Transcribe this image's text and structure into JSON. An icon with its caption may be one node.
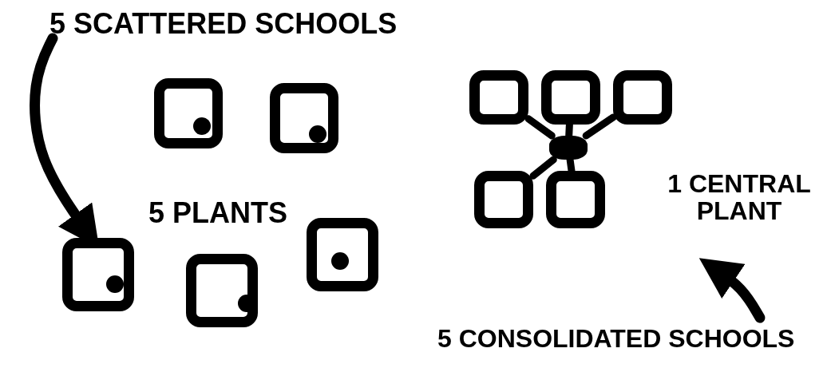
{
  "diagram": {
    "nodes": [
      {
        "text": [
          "5 SCATTERED SCHOOLS"
        ]
      },
      {
        "text": [],
        "shape": "box"
      },
      {
        "text": [],
        "shape": "box"
      },
      {
        "text": [],
        "shape": "box"
      },
      {
        "text": [],
        "shape": "box"
      },
      {
        "text": [],
        "shape": "box"
      },
      {
        "text": [],
        "shape": "box"
      },
      {
        "text": [],
        "shape": "box"
      },
      {
        "text": [],
        "shape": "box"
      },
      {
        "text": [],
        "shape": "box"
      },
      {
        "text": [],
        "shape": "box"
      },
      {
        "text": [],
        "shape": "circle"
      },
      {
        "text": [
          "5 CONSOLIDATED SCHOOLS"
        ]
      }
    ],
    "edges": [
      {
        "from": 0,
        "to": 3,
        "arrow": "to"
      },
      {
        "from": 11,
        "to": 6,
        "arrow": "none"
      },
      {
        "from": 11,
        "to": 7,
        "arrow": "none"
      },
      {
        "from": 11,
        "to": 8,
        "arrow": "none"
      },
      {
        "from": 11,
        "to": 9,
        "arrow": "none"
      },
      {
        "from": 11,
        "to": 10,
        "arrow": "none"
      },
      {
        "from": 12,
        "to": null,
        "arrow": "to"
      }
    ],
    "labels": [
      "5 PLANTS",
      "1 CENTRAL PLANT"
    ]
  }
}
